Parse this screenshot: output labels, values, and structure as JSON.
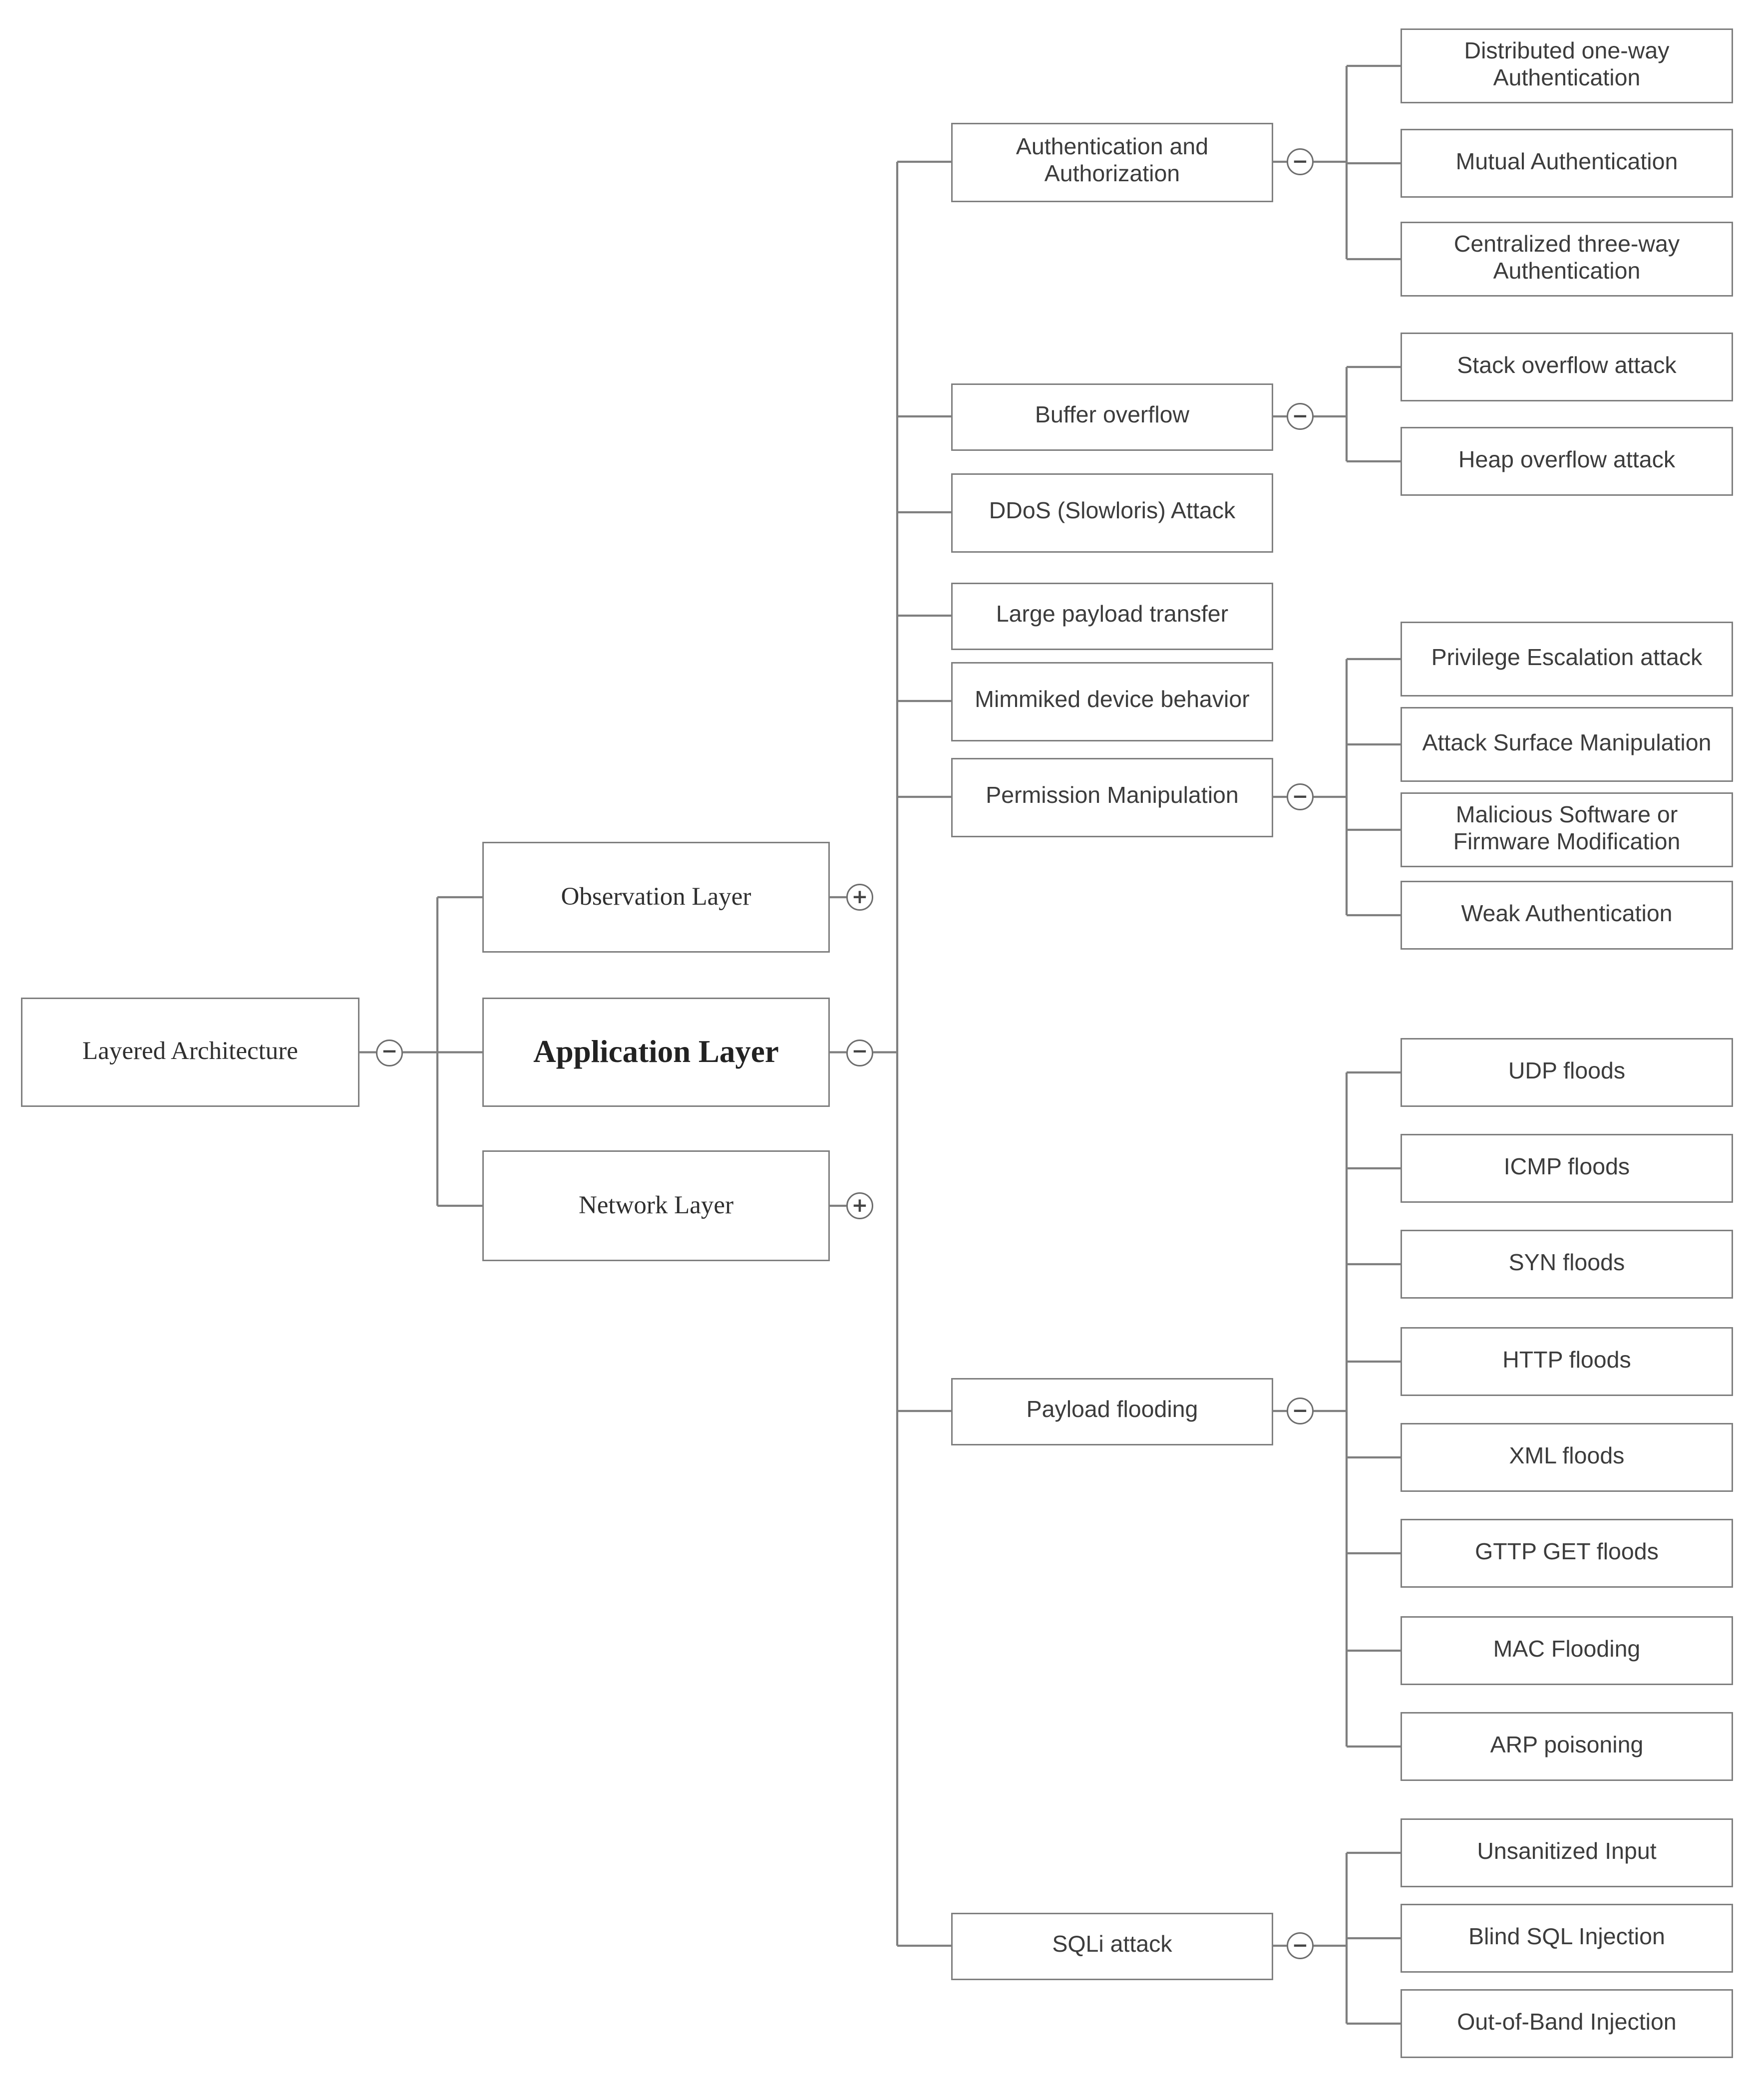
{
  "diagram": {
    "glyphs": {
      "collapse": "−",
      "expand": "+"
    },
    "root": {
      "label": "Layered Architecture",
      "state": "expanded"
    },
    "layers": [
      {
        "label": "Observation Layer",
        "state": "collapsed"
      },
      {
        "label": "Application Layer",
        "state": "expanded"
      },
      {
        "label": "Network Layer",
        "state": "collapsed"
      }
    ],
    "application_children": [
      {
        "label": "Authentication and Authorization",
        "state": "expanded",
        "children": [
          "Distributed one-way Authentication",
          "Mutual Authentication",
          "Centralized three-way Authentication"
        ]
      },
      {
        "label": "Buffer overflow",
        "state": "expanded",
        "children": [
          "Stack overflow attack",
          "Heap overflow attack"
        ]
      },
      {
        "label": "DDoS (Slowloris) Attack"
      },
      {
        "label": "Large payload transfer"
      },
      {
        "label": "Mimmiked device behavior"
      },
      {
        "label": "Permission Manipulation",
        "state": "expanded",
        "children": [
          "Privilege Escalation attack",
          "Attack Surface Manipulation",
          "Malicious Software or Firmware Modification",
          "Weak Authentication"
        ]
      },
      {
        "label": "Payload flooding",
        "state": "expanded",
        "children": [
          "UDP floods",
          "ICMP floods",
          "SYN floods",
          "HTTP floods",
          "XML floods",
          "GTTP GET floods",
          "MAC Flooding",
          "ARP poisoning"
        ]
      },
      {
        "label": "SQLi attack",
        "state": "expanded",
        "children": [
          "Unsanitized Input",
          "Blind SQL Injection",
          "Out-of-Band Injection"
        ]
      }
    ]
  }
}
